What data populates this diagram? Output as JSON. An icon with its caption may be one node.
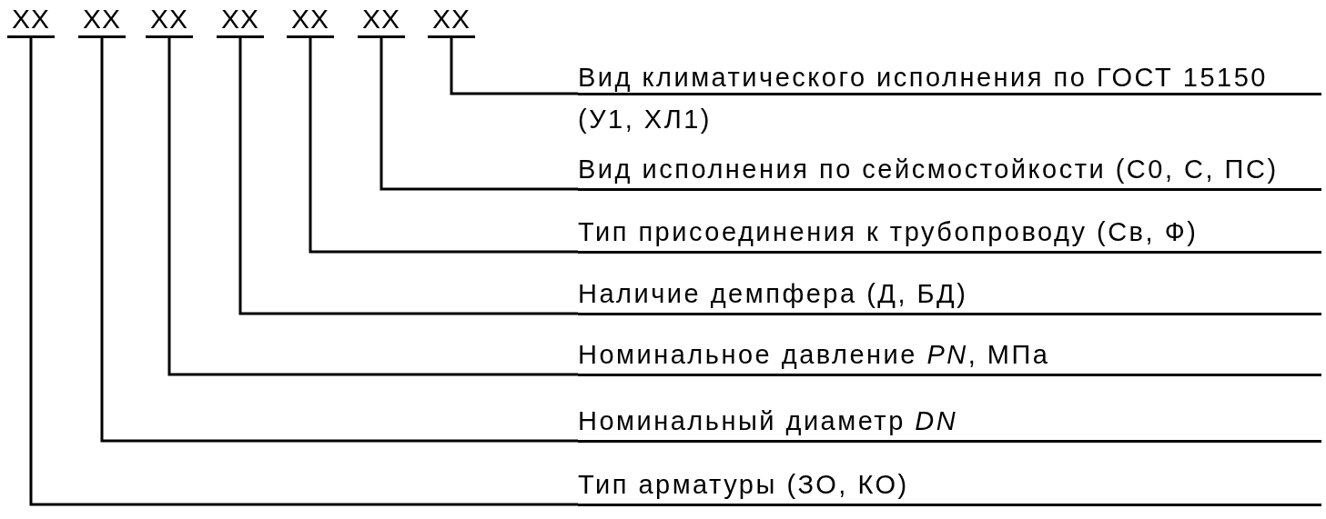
{
  "diagram": {
    "nodes": [
      {
        "text": [
          "XX"
        ]
      },
      {
        "text": [
          "XX"
        ]
      },
      {
        "text": [
          "XX"
        ]
      },
      {
        "text": [
          "XX"
        ]
      },
      {
        "text": [
          "XX"
        ]
      },
      {
        "text": [
          "XX"
        ]
      },
      {
        "text": [
          "XX"
        ]
      },
      {
        "text": [
          "Вид климатического исполнения по ГОСТ 15150 (У1, ХЛ1)"
        ]
      },
      {
        "text": [
          "Вид исполнения по сейсмостойкости (С0, С, ПС)"
        ]
      },
      {
        "text": [
          "Тип присоединения к трубопроводу (Св, Ф)"
        ]
      },
      {
        "text": [
          "Наличие демпфера (Д, БД)"
        ]
      },
      {
        "text": [
          "Номинальное давление *PN*, МПа"
        ]
      },
      {
        "text": [
          "Номинальный диаметр *DN*"
        ]
      },
      {
        "text": [
          "Тип арматуры (ЗО, КО)"
        ]
      }
    ],
    "edges": [
      {
        "from": 6,
        "to": 7,
        "arrow": "none"
      },
      {
        "from": 5,
        "to": 8,
        "arrow": "none"
      },
      {
        "from": 4,
        "to": 9,
        "arrow": "none"
      },
      {
        "from": 3,
        "to": 10,
        "arrow": "none"
      },
      {
        "from": 2,
        "to": 11,
        "arrow": "none"
      },
      {
        "from": 1,
        "to": 12,
        "arrow": "none"
      },
      {
        "from": 0,
        "to": 13,
        "arrow": "none"
      }
    ]
  }
}
